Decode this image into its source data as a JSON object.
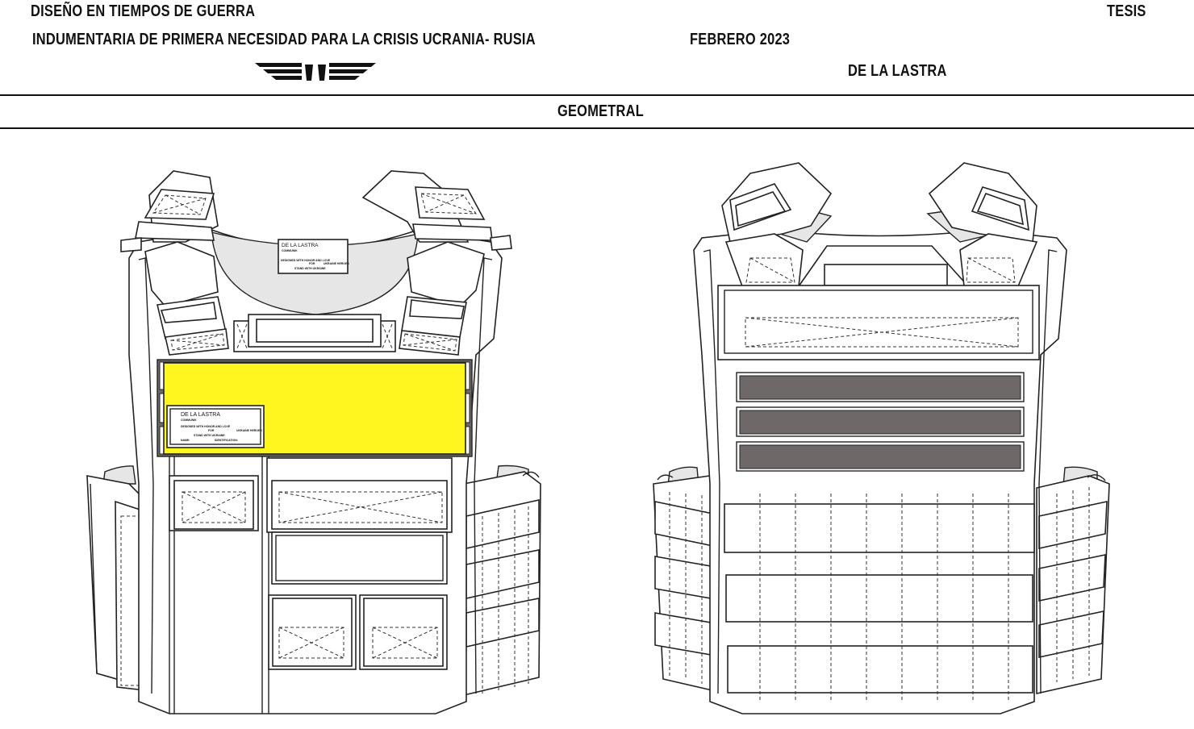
{
  "header": {
    "project_title": "DISEÑO EN TIEMPOS DE GUERRA",
    "thesis": "TESIS",
    "subtitle": "INDUMENTARIA DE PRIMERA NECESIDAD  PARA LA CRISIS   UCRANIA- RUSIA",
    "date": "FEBRERO 2023",
    "author": "DE LA LASTRA",
    "section": "GEOMETRAL"
  },
  "labels": {
    "brand": "DE LA LASTRA",
    "brand_sub": "COMMUNIK",
    "line1": "DESIGNED WITH HONOR AND LOVE",
    "line2": "FOR",
    "line3": "UKRAINE HEROES",
    "line4": "STAND WITH UKRAINE",
    "name_field": "NAME:",
    "id_field": "IDENTIFICATION:"
  },
  "colors": {
    "id_panel": "#fff51f",
    "molle_strip": "#6e6868",
    "shadow": "#e6e6e6",
    "line": "#222222"
  }
}
